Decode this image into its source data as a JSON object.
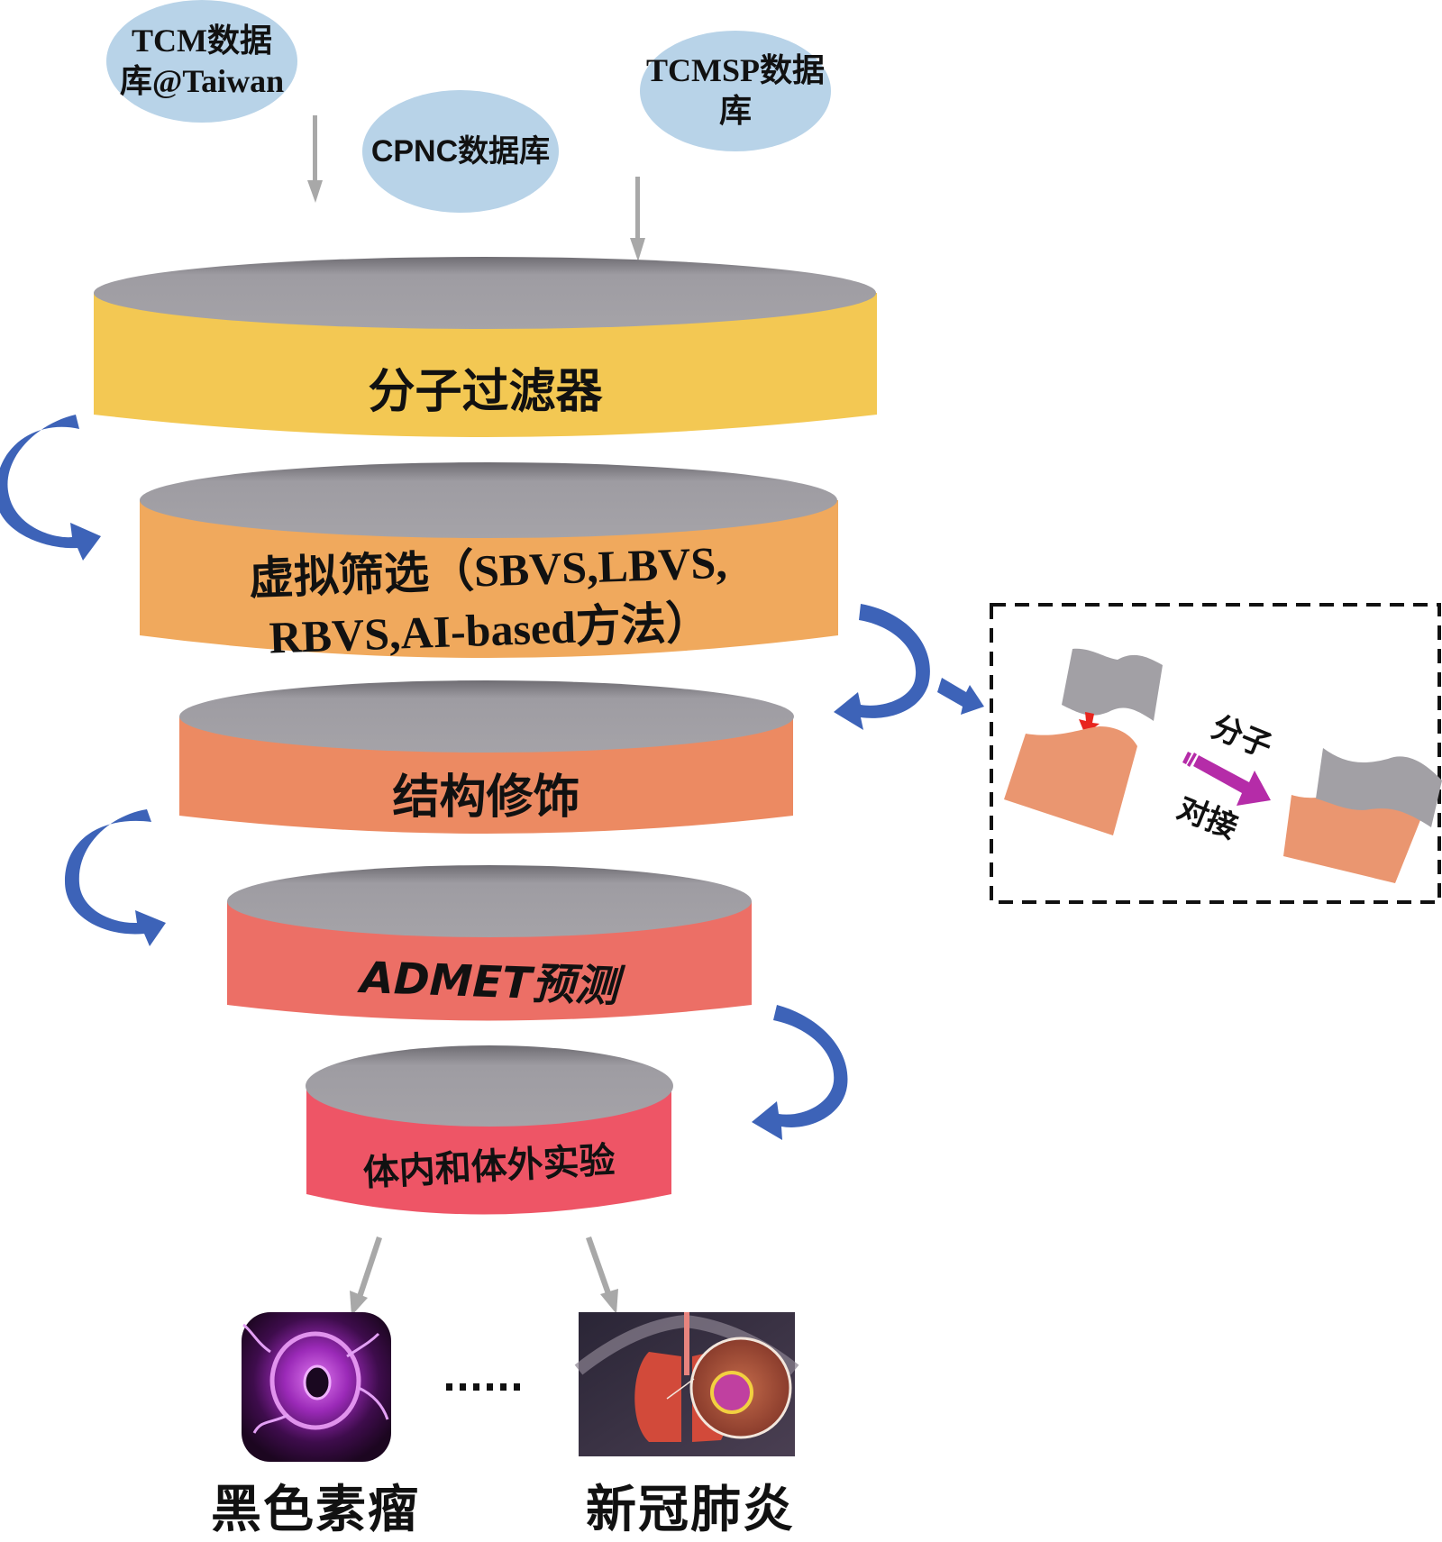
{
  "databases": [
    {
      "id": "tcm-taiwan",
      "lines": [
        "TCM数据",
        "库@Taiwan"
      ]
    },
    {
      "id": "cpnc",
      "lines": [
        "CPNC数据库"
      ]
    },
    {
      "id": "tcmsp",
      "lines": [
        "TCMSP数据",
        "库"
      ]
    }
  ],
  "stages": [
    {
      "id": "molecular-filter",
      "lines": [
        "分子过滤器"
      ],
      "color": "#f3c853"
    },
    {
      "id": "virtual-screening",
      "lines": [
        "虚拟筛选（SBVS,LBVS,",
        "RBVS,AI-based方法）"
      ],
      "color": "#f0a95d"
    },
    {
      "id": "structure-modification",
      "lines": [
        "结构修饰"
      ],
      "color": "#ec8a62"
    },
    {
      "id": "admet-prediction",
      "lines": [
        "ADMET预测"
      ],
      "color": "#ec6f66"
    },
    {
      "id": "in-vivo-in-vitro",
      "lines": [
        "体内和体外实验"
      ],
      "color": "#ee5566"
    }
  ],
  "docking_inset": {
    "label_top": "分子",
    "label_bottom": "对接"
  },
  "outcomes": [
    {
      "id": "melanoma",
      "label": "黑色素瘤"
    },
    {
      "id": "covid-pneumonia",
      "label": "新冠肺炎"
    }
  ],
  "ellipsis": "......",
  "colors": {
    "bubble": "#b8d3e8",
    "cylinder_top": "#a19fa5",
    "flow_arrow": "#3d63b8",
    "gray_arrow": "#a8a8a8",
    "docking_arrow": "#b52ca8",
    "docking_receptor": "#ea9670",
    "docking_ligand": "#a2a0a5",
    "red_arrow": "#e8251e"
  }
}
